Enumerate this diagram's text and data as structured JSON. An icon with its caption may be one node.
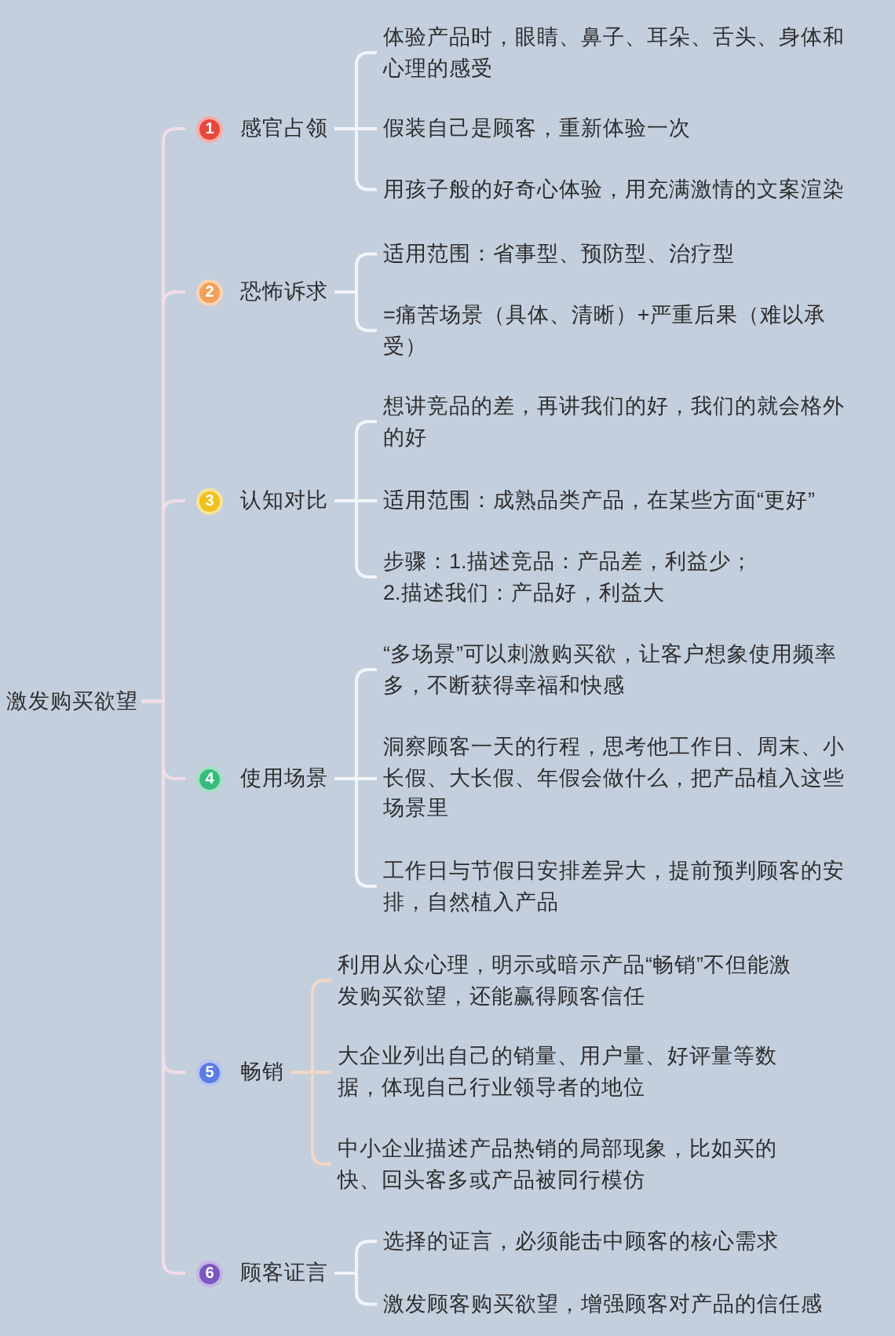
{
  "diagram": {
    "nodes": [
      {
        "text": [
          "激发购买欲望"
        ]
      },
      {
        "text": [
          "1",
          "感官占领"
        ]
      },
      {
        "text": [
          "体验产品时，眼睛、鼻子、耳朵、舌头、身体和心理的感受"
        ]
      },
      {
        "text": [
          "假装自己是顾客，重新体验一次"
        ]
      },
      {
        "text": [
          "用孩子般的好奇心体验，用充满激情的文案渲染"
        ]
      },
      {
        "text": [
          "2",
          "恐怖诉求"
        ]
      },
      {
        "text": [
          "适用范围：省事型、预防型、治疗型"
        ]
      },
      {
        "text": [
          "=痛苦场景（具体、清晰）+严重后果（难以承受）"
        ]
      },
      {
        "text": [
          "3",
          "认知对比"
        ]
      },
      {
        "text": [
          "想讲竞品的差，再讲我们的好，我们的就会格外的好"
        ]
      },
      {
        "text": [
          "适用范围：成熟品类产品，在某些方面“更好”"
        ]
      },
      {
        "text": [
          "步骤：1.描述竞品：产品差，利益少；2.描述我们：产品好，利益大"
        ]
      },
      {
        "text": [
          "4",
          "使用场景"
        ]
      },
      {
        "text": [
          "“多场景”可以刺激购买欲，让客户想象使用频率多，不断获得幸福和快感"
        ]
      },
      {
        "text": [
          "洞察顾客一天的行程，思考他工作日、周末、小长假、大长假、年假会做什么，把产品植入这些场景里"
        ]
      },
      {
        "text": [
          "工作日与节假日安排差异大，提前预判顾客的安排，自然植入产品"
        ]
      },
      {
        "text": [
          "5",
          "畅销"
        ]
      },
      {
        "text": [
          "利用从众心理，明示或暗示产品“畅销”不但能激发购买欲望，还能赢得顾客信任"
        ]
      },
      {
        "text": [
          "大企业列出自己的销量、用户量、好评量等数据，体现自己行业领导者的地位"
        ]
      },
      {
        "text": [
          "中小企业描述产品热销的局部现象，比如买的快、回头客多或产品被同行模仿"
        ]
      },
      {
        "text": [
          "6",
          "顾客证言"
        ]
      },
      {
        "text": [
          "选择的证言，必须能击中顾客的核心需求"
        ]
      },
      {
        "text": [
          "激发顾客购买欲望，增强顾客对产品的信任感"
        ]
      }
    ],
    "edges": [
      {
        "from": 0,
        "to": 1,
        "arrow": "none",
        "color": "#f1dde7"
      },
      {
        "from": 1,
        "to": 2,
        "arrow": "none"
      },
      {
        "from": 1,
        "to": 3,
        "arrow": "none"
      },
      {
        "from": 1,
        "to": 4,
        "arrow": "none"
      },
      {
        "from": 0,
        "to": 5,
        "arrow": "none",
        "color": "#f1dde7"
      },
      {
        "from": 5,
        "to": 6,
        "arrow": "none"
      },
      {
        "from": 5,
        "to": 7,
        "arrow": "none"
      },
      {
        "from": 0,
        "to": 8,
        "arrow": "none",
        "color": "#f1dde7"
      },
      {
        "from": 8,
        "to": 9,
        "arrow": "none"
      },
      {
        "from": 8,
        "to": 10,
        "arrow": "none"
      },
      {
        "from": 8,
        "to": 11,
        "arrow": "none"
      },
      {
        "from": 0,
        "to": 12,
        "arrow": "none",
        "color": "#f1dde7"
      },
      {
        "from": 12,
        "to": 13,
        "arrow": "none"
      },
      {
        "from": 12,
        "to": 14,
        "arrow": "none"
      },
      {
        "from": 12,
        "to": 15,
        "arrow": "none"
      },
      {
        "from": 0,
        "to": 16,
        "arrow": "none",
        "color": "#f1dde7"
      },
      {
        "from": 16,
        "to": 17,
        "arrow": "none",
        "color": "#f3d7c3"
      },
      {
        "from": 16,
        "to": 18,
        "arrow": "none",
        "color": "#f3d7c3"
      },
      {
        "from": 16,
        "to": 19,
        "arrow": "none",
        "color": "#f3d7c3"
      },
      {
        "from": 0,
        "to": 20,
        "arrow": "none",
        "color": "#f1dde7"
      },
      {
        "from": 20,
        "to": 21,
        "arrow": "none"
      },
      {
        "from": 20,
        "to": 22,
        "arrow": "none"
      }
    ]
  }
}
